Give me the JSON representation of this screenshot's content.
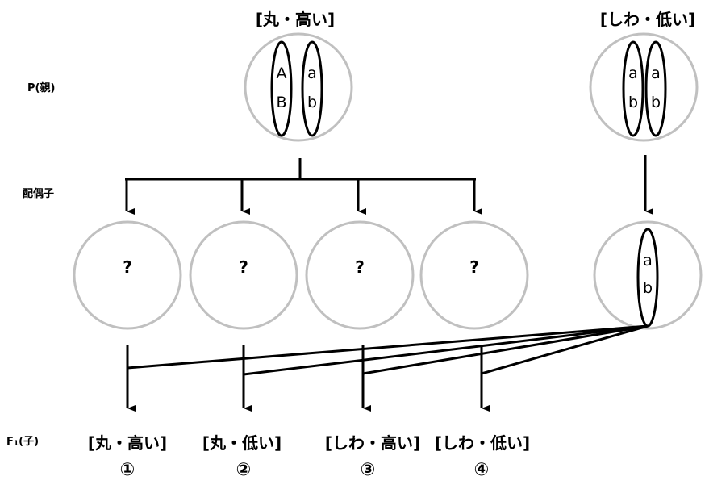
{
  "row_labels": {
    "parent": "P(親)",
    "gamete": "配偶子",
    "f1_main": "F",
    "f1_sub": "1",
    "f1_suffix": "(子)"
  },
  "parents": [
    {
      "phenotype": "[丸・高い]",
      "chromosomes": [
        [
          "A",
          "B"
        ],
        [
          "a",
          "b"
        ]
      ]
    },
    {
      "phenotype": "[しわ・低い]",
      "chromosomes": [
        [
          "a",
          "b"
        ],
        [
          "a",
          "b"
        ]
      ]
    }
  ],
  "gametes": {
    "unknown": [
      "?",
      "?",
      "?",
      "?"
    ],
    "known": [
      "a",
      "b"
    ]
  },
  "offspring": [
    {
      "phenotype": "[丸・高い]",
      "number": "①"
    },
    {
      "phenotype": "[丸・低い]",
      "number": "②"
    },
    {
      "phenotype": "[しわ・高い]",
      "number": "③"
    },
    {
      "phenotype": "[しわ・低い]",
      "number": "④"
    }
  ],
  "colors": {
    "circle": "#c0c0c0",
    "line": "#000000"
  }
}
